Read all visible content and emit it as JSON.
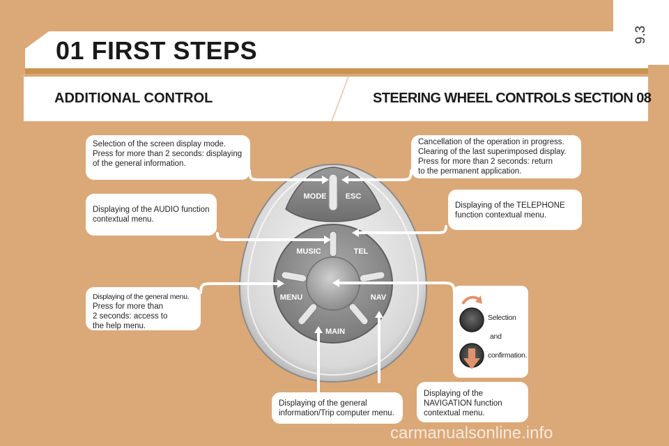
{
  "page_number": "9.3",
  "title": "01  FIRST STEPS",
  "section_left": "ADDITIONAL CONTROL",
  "section_right": "STEERING WHEEL CONTROLS SECTION 08",
  "buttons": {
    "mode": "MODE",
    "esc": "ESC",
    "music": "MUSIC",
    "tel": "TEL",
    "menu": "MENU",
    "nav": "NAV",
    "main": "MAIN"
  },
  "callouts": {
    "mode": [
      "Selection of the screen display mode.",
      "Press for more than 2 seconds: displaying",
      "of the general information."
    ],
    "esc": [
      "Cancellation of the operation in progress.",
      "Clearing of the last superimposed display.",
      "Press for more than 2 seconds: return",
      "to the permanent application."
    ],
    "music": [
      "Displaying of the AUDIO function",
      "contextual menu."
    ],
    "tel": [
      "Displaying of the TELEPHONE",
      "function contextual menu."
    ],
    "menu_first": "Displaying of the general menu.",
    "menu": [
      "Press for more than",
      "2 seconds: access to",
      "the help menu."
    ],
    "main": [
      "Displaying of the general",
      "information/Trip computer menu."
    ],
    "nav": [
      "Displaying of the",
      "NAVIGATION function",
      "contextual menu."
    ]
  },
  "legend": {
    "selection": "Selection",
    "and": "and",
    "confirmation": "confirmation."
  },
  "watermark": "carmanualsonline.info"
}
